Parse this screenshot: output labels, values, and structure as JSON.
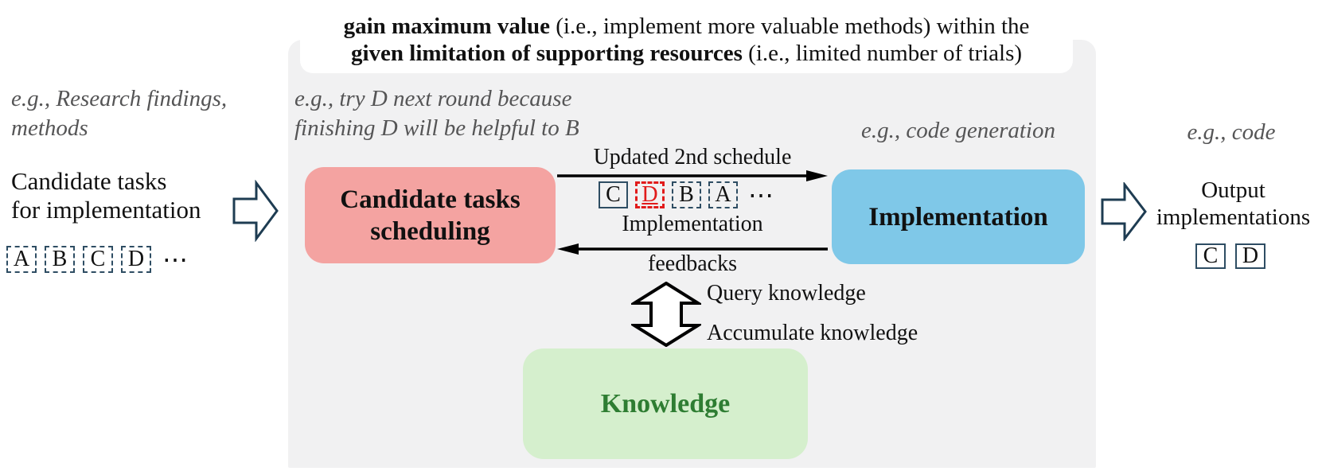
{
  "banner": {
    "line1": {
      "bold": "gain maximum value",
      "rest": " (i.e., implement more valuable methods) within the"
    },
    "line2": {
      "bold": "given limitation of supporting resources",
      "rest": " (i.e., limited number of trials)"
    }
  },
  "input_column": {
    "note_line1": "e.g., Research findings,",
    "note_line2": "methods",
    "title_line1": "Candidate tasks",
    "title_line2": "for implementation",
    "tasks": [
      {
        "label": "A"
      },
      {
        "label": "B"
      },
      {
        "label": "C"
      },
      {
        "label": "D"
      }
    ],
    "ellipsis": "⋯"
  },
  "scheduler": {
    "note_line1": "e.g., try D next round because",
    "note_line2": "finishing D will be helpful to B",
    "title_line1": "Candidate tasks",
    "title_line2": "scheduling"
  },
  "schedule_arrow": {
    "label": "Updated 2nd schedule",
    "tasks": [
      {
        "label": "C",
        "style": "solid"
      },
      {
        "label": "D",
        "style": "dashed-red"
      },
      {
        "label": "B",
        "style": "dashed"
      },
      {
        "label": "A",
        "style": "dashed"
      }
    ],
    "ellipsis": "⋯"
  },
  "feedback_arrow": {
    "label_line1": "Implementation",
    "label_line2": "feedbacks"
  },
  "implementation": {
    "note": "e.g., code generation",
    "title": "Implementation"
  },
  "knowledge": {
    "title": "Knowledge",
    "query_label": "Query knowledge",
    "accumulate_label": "Accumulate knowledge"
  },
  "output_column": {
    "note": "e.g., code",
    "title_line1": "Output",
    "title_line2": "implementations",
    "tasks": [
      {
        "label": "C"
      },
      {
        "label": "D"
      }
    ]
  },
  "colors": {
    "panel_fill": "#f1f1f2",
    "scheduler_fill": "#f4a3a1",
    "implementation_fill": "#7fc8e8",
    "knowledge_fill": "#d5efcd",
    "knowledge_text": "#2e7d32",
    "chip_border": "#2e4d63",
    "highlight_red": "#e11b1b",
    "note_text": "#555556",
    "block_arrow_outline": "#1e3c52",
    "flow_arrow": "#000000"
  }
}
